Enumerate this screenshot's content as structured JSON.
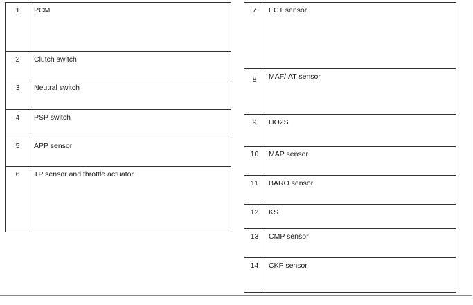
{
  "left_table": {
    "rows": [
      {
        "num": "1",
        "label": "PCM"
      },
      {
        "num": "2",
        "label": "Clutch switch"
      },
      {
        "num": "3",
        "label": "Neutral switch"
      },
      {
        "num": "4",
        "label": "PSP switch"
      },
      {
        "num": "5",
        "label": "APP sensor"
      },
      {
        "num": "6",
        "label": "TP sensor and throttle actuator"
      }
    ]
  },
  "right_table": {
    "rows": [
      {
        "num": "7",
        "label": "ECT sensor"
      },
      {
        "num": "8",
        "label": "MAF/IAT sensor"
      },
      {
        "num": "9",
        "label": "HO2S"
      },
      {
        "num": "10",
        "label": "MAP sensor"
      },
      {
        "num": "11",
        "label": "BARO sensor"
      },
      {
        "num": "12",
        "label": "KS"
      },
      {
        "num": "13",
        "label": "CMP sensor"
      },
      {
        "num": "14",
        "label": "CKP sensor"
      }
    ]
  }
}
